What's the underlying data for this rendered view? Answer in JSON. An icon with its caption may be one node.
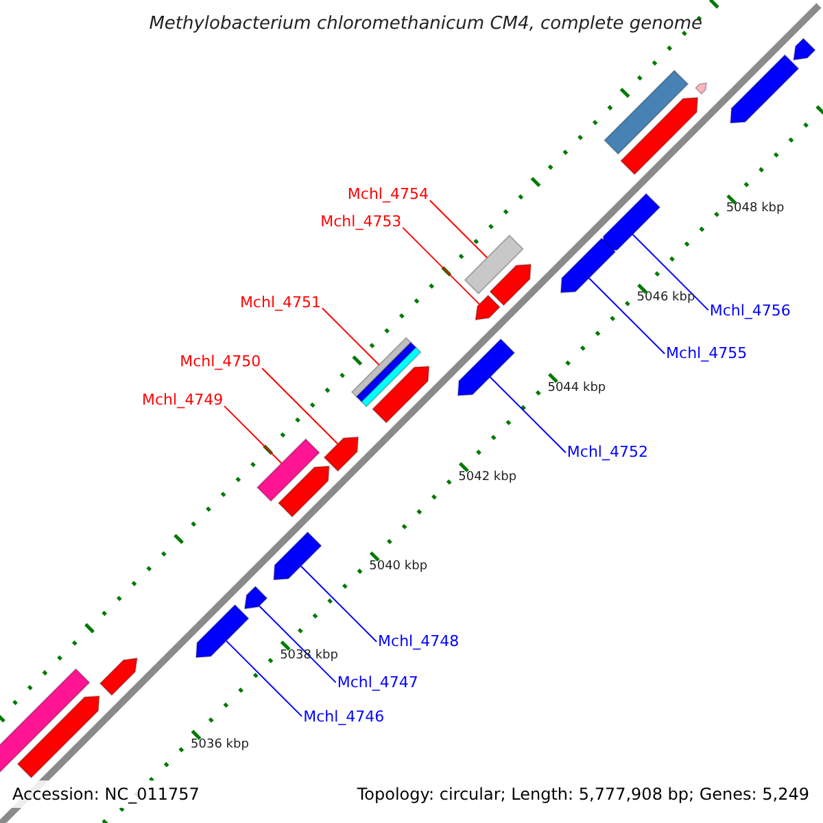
{
  "diagram": {
    "title": "Methylobacterium chloromethanicum CM4, complete genome",
    "nodes": [
      {
        "text": [
          "Mchl_4754"
        ]
      },
      {
        "text": [],
        "shape": "box"
      },
      {
        "text": [
          "Mchl_4753"
        ]
      },
      {
        "text": [],
        "shape": "pentagon"
      },
      {
        "text": [
          "Mchl_4751"
        ]
      },
      {
        "text": [],
        "shape": "box"
      },
      {
        "text": [
          "Mchl_4750"
        ]
      },
      {
        "text": [],
        "shape": "pentagon"
      },
      {
        "text": [
          "Mchl_4749"
        ]
      },
      {
        "text": [],
        "shape": "box"
      },
      {
        "text": [
          "Mchl_4756"
        ]
      },
      {
        "text": [],
        "shape": "pentagon"
      },
      {
        "text": [
          "Mchl_4755"
        ]
      },
      {
        "text": [],
        "shape": "pentagon"
      },
      {
        "text": [
          "Mchl_4752"
        ]
      },
      {
        "text": [],
        "shape": "pentagon"
      },
      {
        "text": [
          "Mchl_4748"
        ]
      },
      {
        "text": [],
        "shape": "pentagon"
      },
      {
        "text": [
          "Mchl_4747"
        ]
      },
      {
        "text": [],
        "shape": "pentagon"
      },
      {
        "text": [
          "Mchl_4746"
        ]
      },
      {
        "text": [],
        "shape": "pentagon"
      },
      {
        "text": [],
        "shape": "box"
      },
      {
        "text": [],
        "shape": "pentagon"
      },
      {
        "text": [],
        "shape": "pentagon"
      },
      {
        "text": [],
        "shape": "pentagon"
      },
      {
        "text": [],
        "shape": "pentagon"
      },
      {
        "text": [],
        "shape": "pentagon"
      },
      {
        "text": [],
        "shape": "box"
      },
      {
        "text": [],
        "shape": "pentagon"
      },
      {
        "text": [],
        "shape": "pentagon"
      },
      {
        "text": [],
        "shape": "pentagon"
      },
      {
        "text": [],
        "shape": "pentagon"
      }
    ],
    "edges": [
      {
        "from": 0,
        "to": 1,
        "arrow": "none",
        "color": "#ff0000"
      },
      {
        "from": 2,
        "to": 3,
        "arrow": "none",
        "color": "#ff0000"
      },
      {
        "from": 4,
        "to": 5,
        "arrow": "none",
        "color": "#ff0000"
      },
      {
        "from": 6,
        "to": 7,
        "arrow": "none",
        "color": "#ff0000"
      },
      {
        "from": 8,
        "to": 9,
        "arrow": "none",
        "color": "#ff0000"
      },
      {
        "from": 10,
        "to": 11,
        "arrow": "none"
      },
      {
        "from": 12,
        "to": 13,
        "arrow": "none"
      },
      {
        "from": 14,
        "to": 15,
        "arrow": "none"
      },
      {
        "from": 16,
        "to": 17,
        "arrow": "none"
      },
      {
        "from": 18,
        "to": 19,
        "arrow": "none"
      },
      {
        "from": 20,
        "to": 21,
        "arrow": "none"
      }
    ],
    "labels": [
      "5048 kbp",
      "5046 kbp",
      "5044 kbp",
      "5042 kbp",
      "5040 kbp",
      "5038 kbp",
      "5036 kbp",
      "Accession: NC_011757",
      "Topology: circular; Length: 5,777,908 bp; Genes: 5,249"
    ]
  }
}
